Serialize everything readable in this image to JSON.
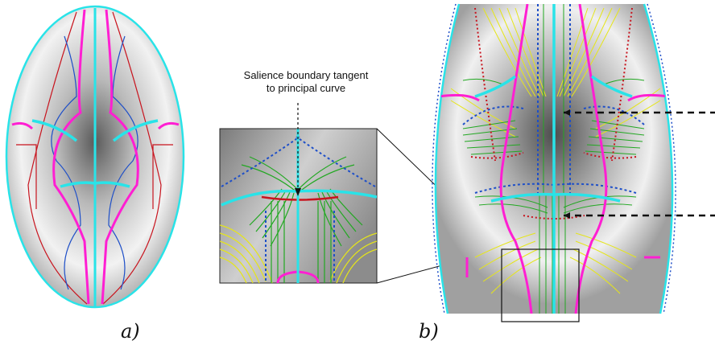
{
  "figure": {
    "panels": [
      {
        "id": "a",
        "label": "a)"
      },
      {
        "id": "b",
        "label": "b)"
      }
    ],
    "annotation": {
      "line1": "Salience boundary tangent",
      "line2": "to principal curve"
    },
    "colors": {
      "ridge_magenta": "#ff1fd2",
      "ridge_cyan": "#29e3e8",
      "curve_red": "#c8141e",
      "curve_blue": "#1e4fc8",
      "field_green": "#22a822",
      "field_yellow": "#e5e51a",
      "surface_dark": "#555555"
    }
  }
}
